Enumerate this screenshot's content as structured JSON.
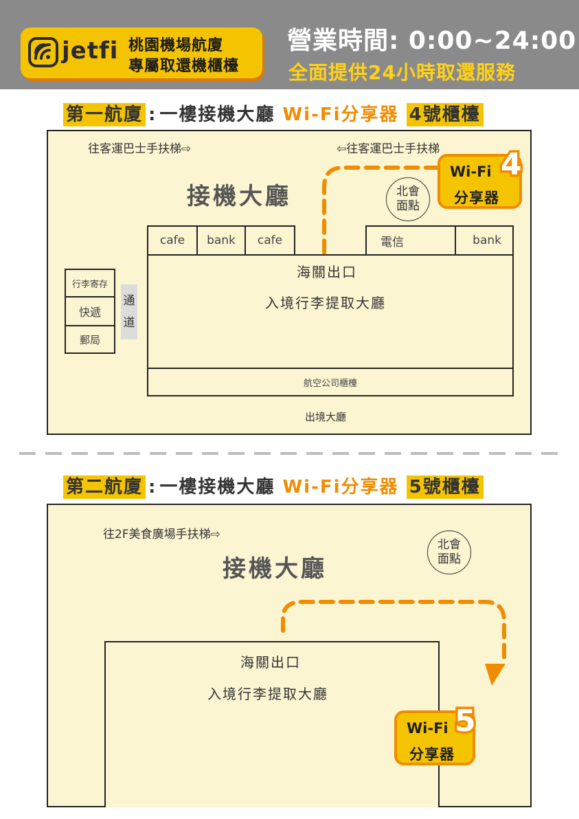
{
  "header": {
    "logo_text": "jetfi",
    "logo_line1": "桃園機場航廈",
    "logo_line2": "專屬取還機櫃檯",
    "hours": "營業時間: 0:00~24:00",
    "service": "全面提供24小時取還服務"
  },
  "colors": {
    "yellow": "#f5c400",
    "orange": "#f08c00",
    "header_gray": "#8a8a8a",
    "map_bg": "#fcf5d2"
  },
  "terminal1": {
    "title_terminal": "第一航廈",
    "title_colon": ":",
    "title_floor": "一樓接機大廳",
    "title_product": "Wi-Fi分享器",
    "title_counter": "4號櫃檯",
    "escalator_left": "往客運巴士手扶梯⇨",
    "escalator_right": "⇦往客運巴士手扶梯",
    "hall": "接機大廳",
    "meeting_point_line1": "北會",
    "meeting_point_line2": "面點",
    "shops_left": [
      "cafe",
      "bank",
      "cafe"
    ],
    "shop_telecom": "電信",
    "shop_bank": "bank",
    "customs_exit": "海關出口",
    "baggage_hall": "入境行李提取大廳",
    "services": [
      "行李寄存",
      "快遞",
      "郵局"
    ],
    "passage_chars": [
      "通",
      "道"
    ],
    "airline_counter": "航空公司櫃檯",
    "departure_hall": "出境大廳",
    "badge_wifi": "Wi-Fi",
    "badge_number": "4",
    "badge_sub": "分享器"
  },
  "terminal2": {
    "title_terminal": "第二航廈",
    "title_colon": ":",
    "title_floor": "一樓接機大廳",
    "title_product": "Wi-Fi分享器",
    "title_counter": "5號櫃檯",
    "escalator": "往2F美食廣場手扶梯⇨",
    "hall": "接機大廳",
    "meeting_point_line1": "北會",
    "meeting_point_line2": "面點",
    "customs_exit": "海關出口",
    "baggage_hall": "入境行李提取大廳",
    "badge_wifi": "Wi-Fi",
    "badge_number": "5",
    "badge_sub": "分享器"
  }
}
